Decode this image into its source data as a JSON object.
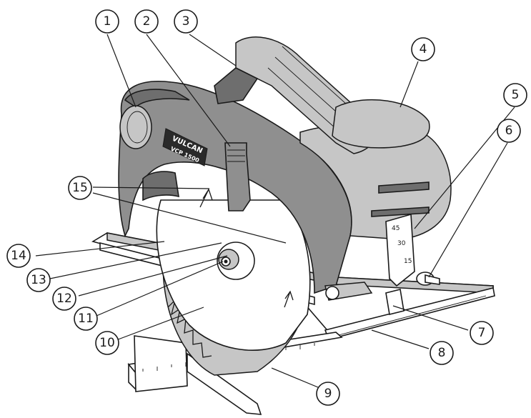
{
  "diagram": {
    "brand_text": "VULCAN",
    "model_text": "VCP 1500",
    "bevel_scale": [
      "45",
      "30",
      "15"
    ],
    "callouts": [
      "1",
      "2",
      "3",
      "4",
      "5",
      "6",
      "7",
      "8",
      "9",
      "10",
      "11",
      "12",
      "13",
      "14",
      "15"
    ],
    "colors": {
      "ink": "#1a1a1a",
      "body": "#8f8f8f",
      "dark": "#6e6e6e",
      "light": "#c6c6c6",
      "paper": "#ffffff"
    }
  }
}
